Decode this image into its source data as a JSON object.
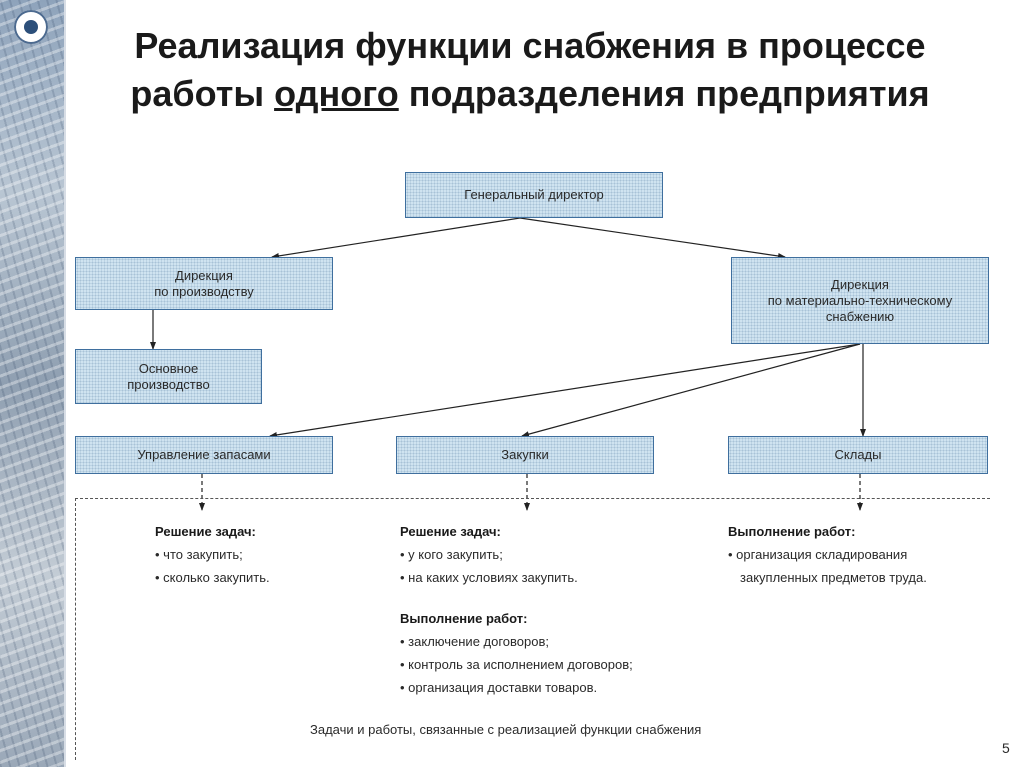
{
  "title": {
    "part1": "Реализация функции снабжения в процессе работы ",
    "underlined": "одного",
    "part2": " подразделения предприятия"
  },
  "boxes": {
    "general_director": "Генеральный директор",
    "production_directorate": [
      "Дирекция",
      "по производству"
    ],
    "supply_directorate": [
      "Дирекция",
      "по материально-техническому",
      "снабжению"
    ],
    "main_production": [
      "Основное",
      "производство"
    ],
    "inventory_management": "Управление запасами",
    "purchases": "Закупки",
    "warehouses": "Склады"
  },
  "tasks": {
    "inventory": {
      "heading": "Решение задач:",
      "items": [
        "что закупить;",
        "сколько закупить."
      ]
    },
    "purchases": {
      "heading": "Решение задач:",
      "items": [
        "у кого закупить;",
        "на каких условиях закупить."
      ],
      "works_heading": "Выполнение работ:",
      "works_items": [
        "заключение договоров;",
        "контроль за исполнением договоров;",
        "организация доставки товаров."
      ]
    },
    "warehouses": {
      "heading": "Выполнение работ:",
      "items": [
        "организация складирования"
      ],
      "continuation": "закупленных предметов труда."
    }
  },
  "caption": "Задачи и работы, связанные с реализацией функции снабжения",
  "page_number": "5"
}
